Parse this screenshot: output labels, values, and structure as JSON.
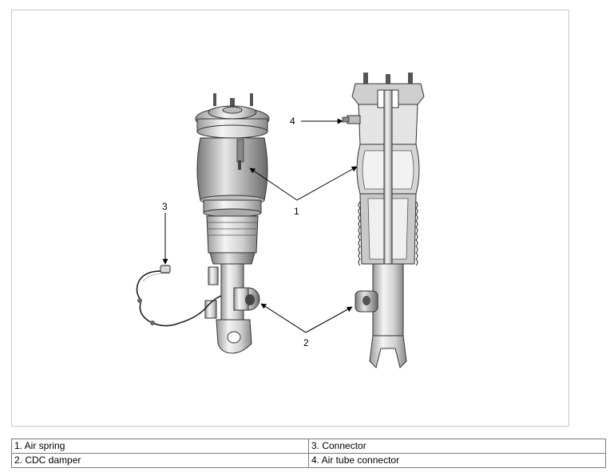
{
  "callouts": {
    "c1": "1",
    "c2": "2",
    "c3": "3",
    "c4": "4"
  },
  "legend": {
    "rows": [
      {
        "left": "1. Air spring",
        "right": "3. Connector"
      },
      {
        "left": "2. CDC damper",
        "right": "4. Air tube connector"
      }
    ]
  }
}
